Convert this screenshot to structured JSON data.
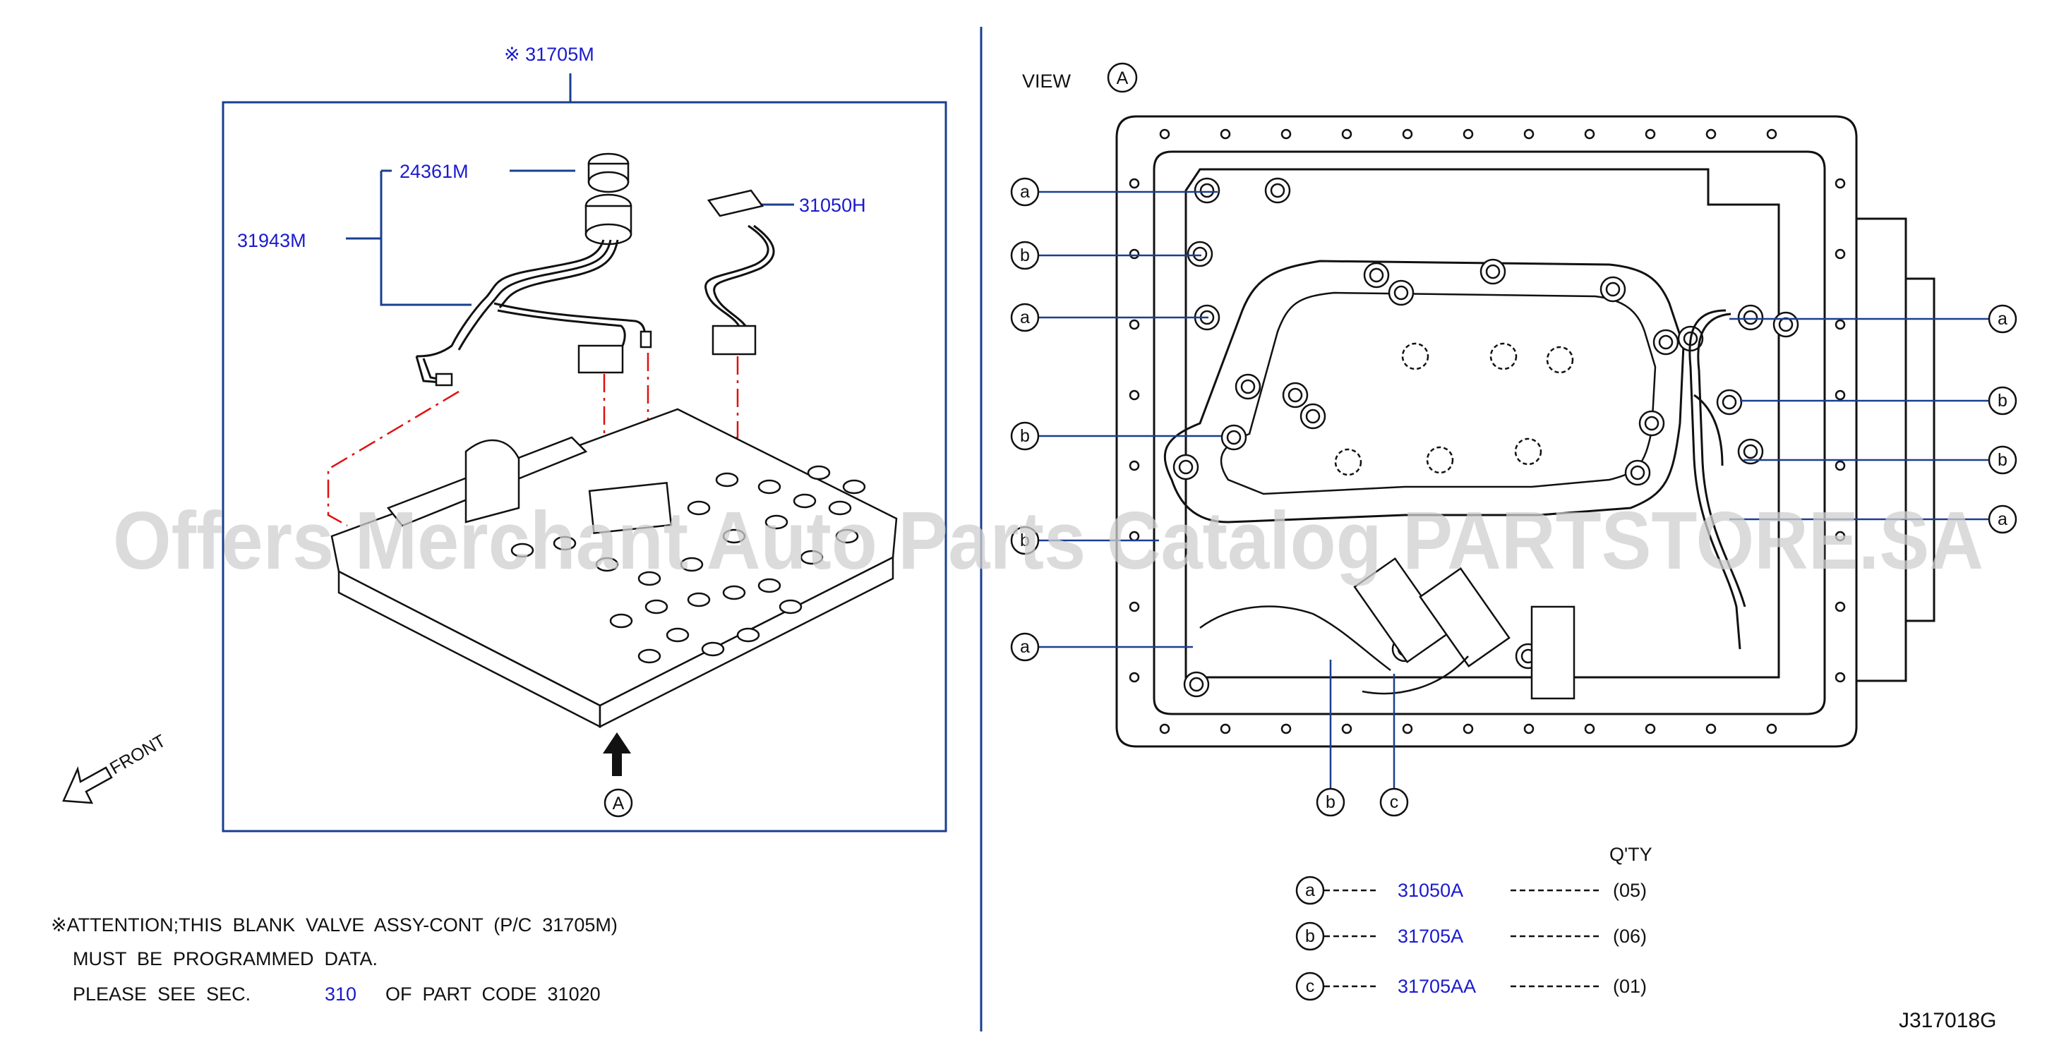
{
  "left_panel": {
    "assembly_label": "※ 31705M",
    "part_24361M": "24361M",
    "part_31943M": "31943M",
    "part_31050H": "31050H",
    "front_label": "FRONT",
    "view_marker": "A"
  },
  "right_panel": {
    "view_label": "VIEW",
    "view_marker": "A",
    "callouts_left": [
      "a",
      "b",
      "a",
      "b",
      "b",
      "a"
    ],
    "callouts_right": [
      "a",
      "b",
      "b",
      "a"
    ],
    "callouts_bottom": [
      "b",
      "c"
    ]
  },
  "attention": {
    "line1": "※ATTENTION;THIS  BLANK  VALVE  ASSY-CONT  (P/C  31705M)",
    "line2": "MUST  BE  PROGRAMMED  DATA.",
    "line3_prefix": "PLEASE  SEE  SEC.",
    "line3_link": "310",
    "line3_suffix": "OF  PART  CODE  31020"
  },
  "qty_table": {
    "header": "Q'TY",
    "rows": [
      {
        "key": "a",
        "part": "31050A",
        "qty": "(05)"
      },
      {
        "key": "b",
        "part": "31705A",
        "qty": "(06)"
      },
      {
        "key": "c",
        "part": "31705AA",
        "qty": "(01)"
      }
    ]
  },
  "diagram_code": "J317018G",
  "watermark": "Offers Merchant Auto Parts Catalog PARTSTORE.SA",
  "colors": {
    "line": "#111111",
    "part_link": "#1a1ad0",
    "frame": "#1a3f8f",
    "phantom": "#e01010",
    "watermark": "#cfcfcf"
  }
}
